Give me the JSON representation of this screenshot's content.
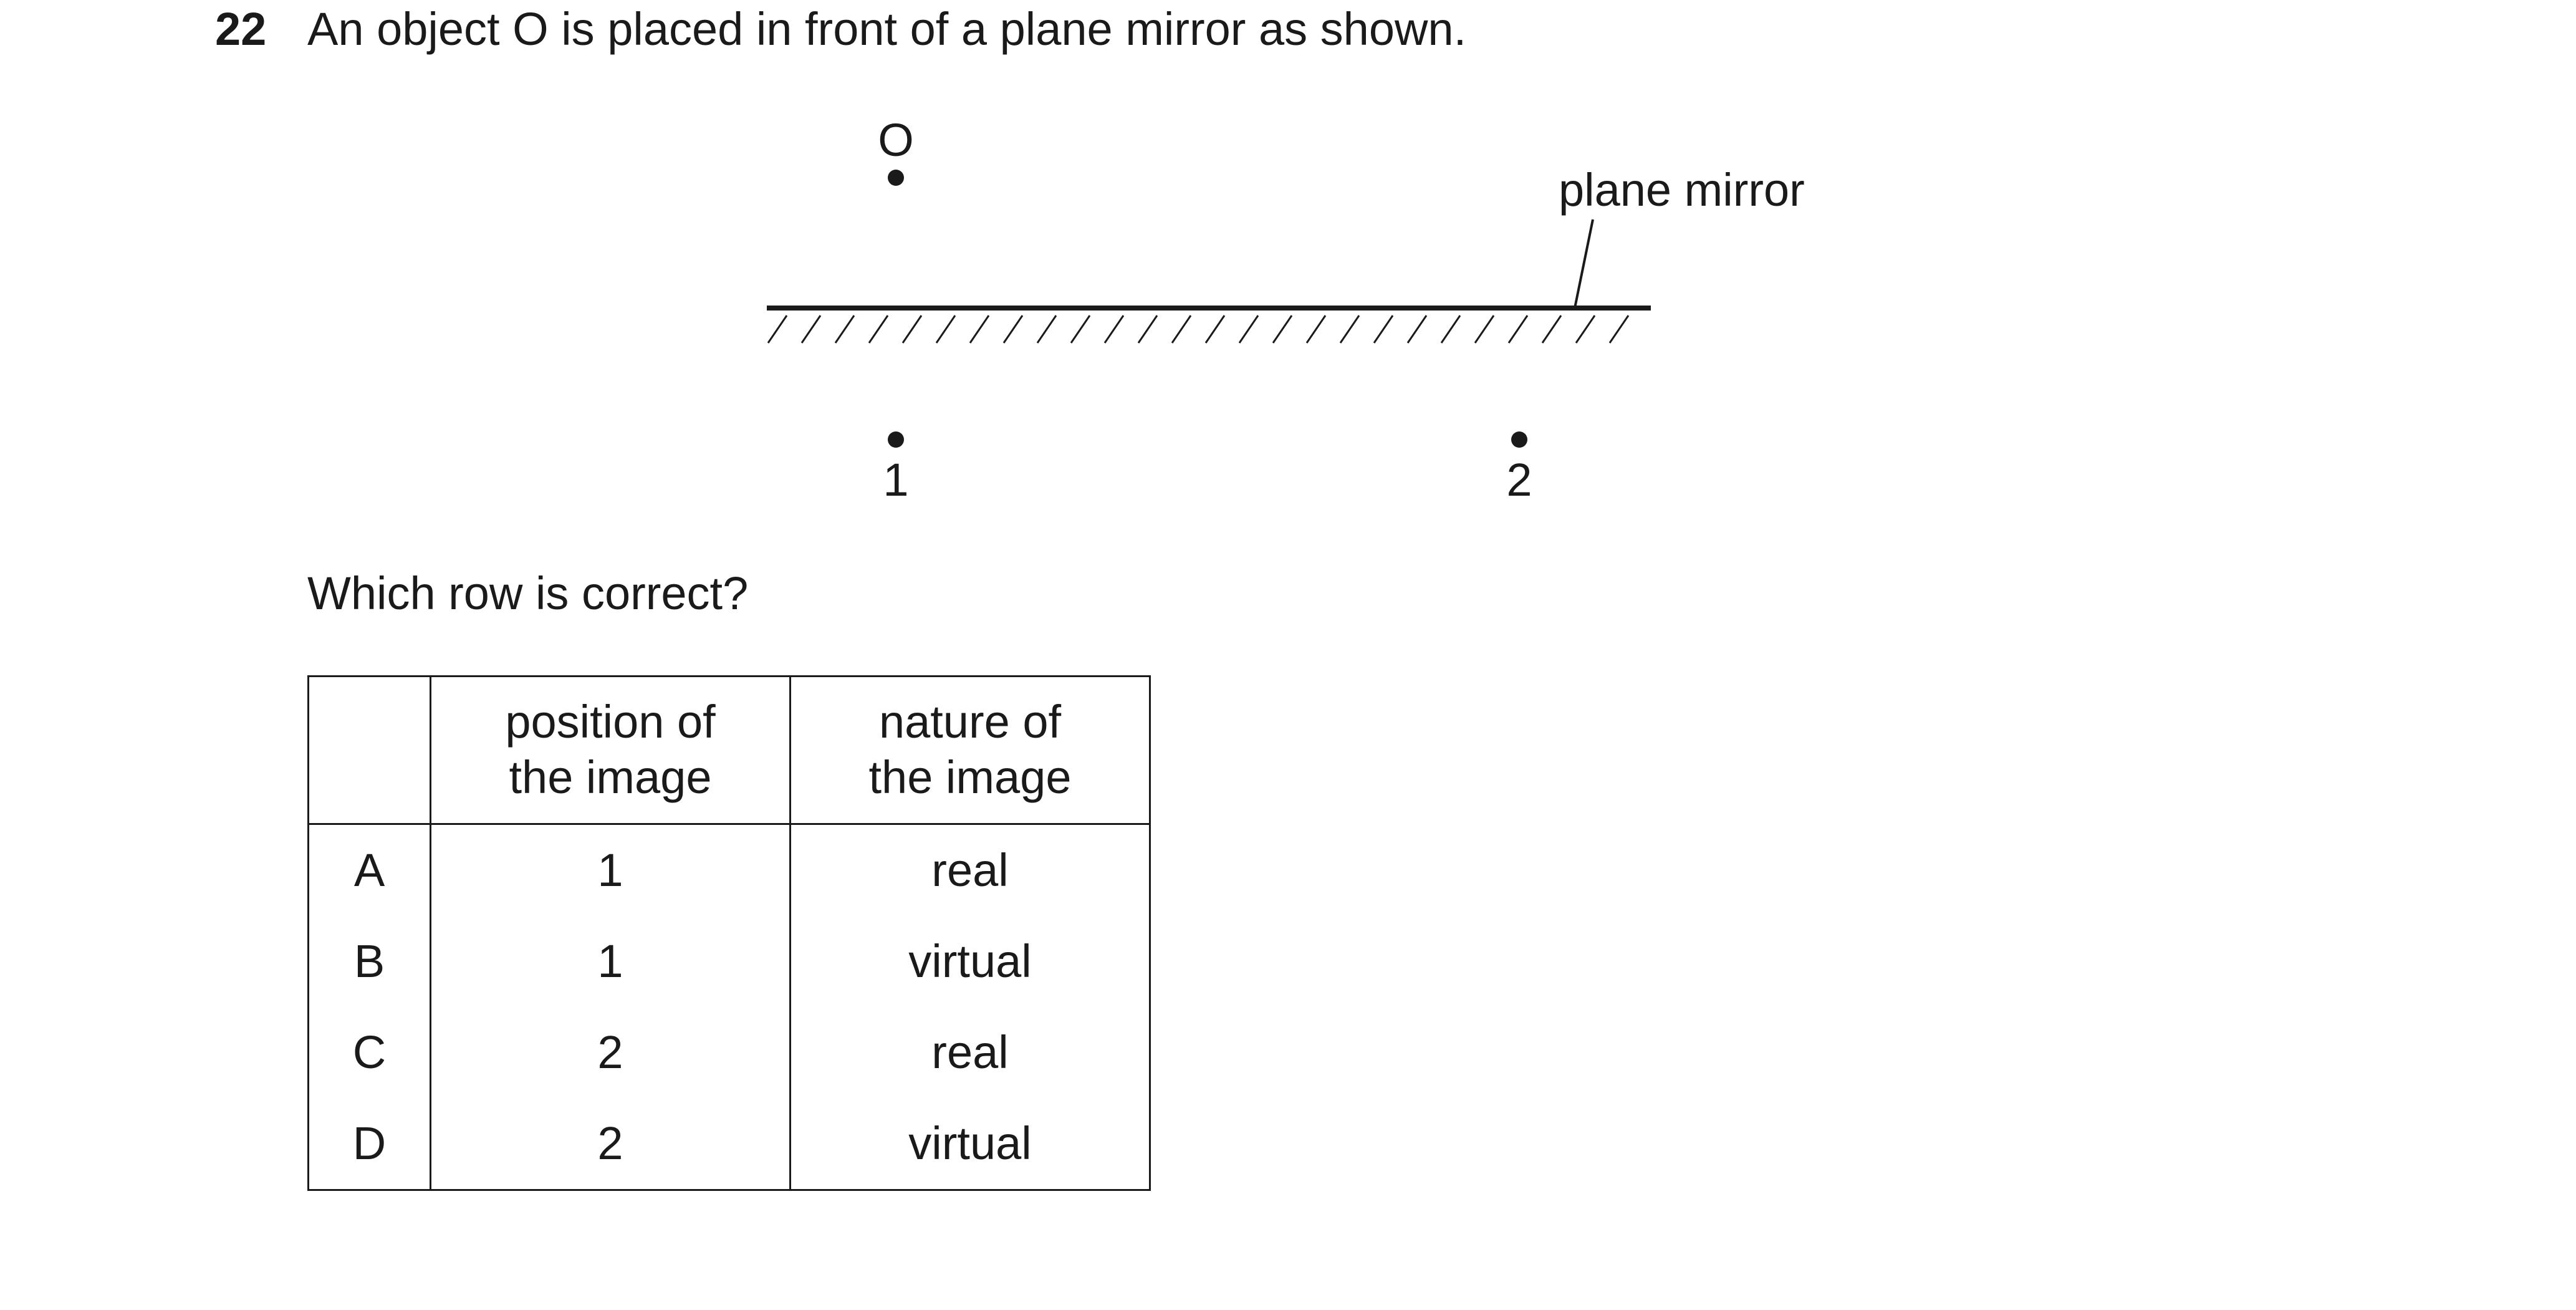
{
  "question": {
    "number": "22",
    "text": "An object O is placed in front of a plane mirror as shown."
  },
  "diagram": {
    "object_label": "O",
    "mirror_label": "plane mirror",
    "position_1_label": "1",
    "position_2_label": "2"
  },
  "prompt": "Which row is correct?",
  "table": {
    "headers": {
      "position_line1": "position of",
      "position_line2": "the image",
      "nature_line1": "nature of",
      "nature_line2": "the image"
    },
    "rows": [
      {
        "key": "A",
        "position": "1",
        "nature": "real"
      },
      {
        "key": "B",
        "position": "1",
        "nature": "virtual"
      },
      {
        "key": "C",
        "position": "2",
        "nature": "real"
      },
      {
        "key": "D",
        "position": "2",
        "nature": "virtual"
      }
    ]
  }
}
